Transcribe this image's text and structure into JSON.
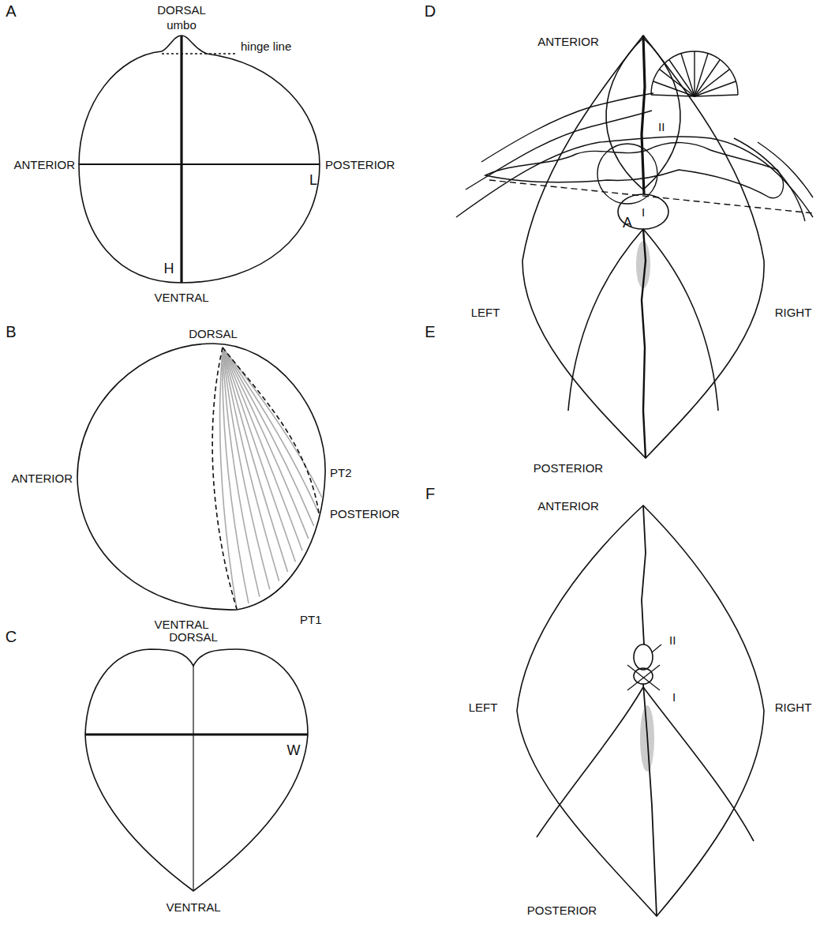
{
  "diagram": {
    "labels": [
      "A",
      "DORSAL",
      "umbo",
      "hinge line",
      "ANTERIOR",
      "POSTERIOR",
      "L",
      "H",
      "VENTRAL",
      "B",
      "DORSAL",
      "ANTERIOR",
      "PT2",
      "POSTERIOR",
      "PT1",
      "VENTRAL",
      "C",
      "DORSAL",
      "W",
      "VENTRAL",
      "D",
      "A",
      "E",
      "ANTERIOR",
      "II",
      "I",
      "LEFT",
      "RIGHT",
      "POSTERIOR",
      "F",
      "ANTERIOR",
      "II",
      "I",
      "LEFT",
      "RIGHT",
      "POSTERIOR"
    ]
  }
}
